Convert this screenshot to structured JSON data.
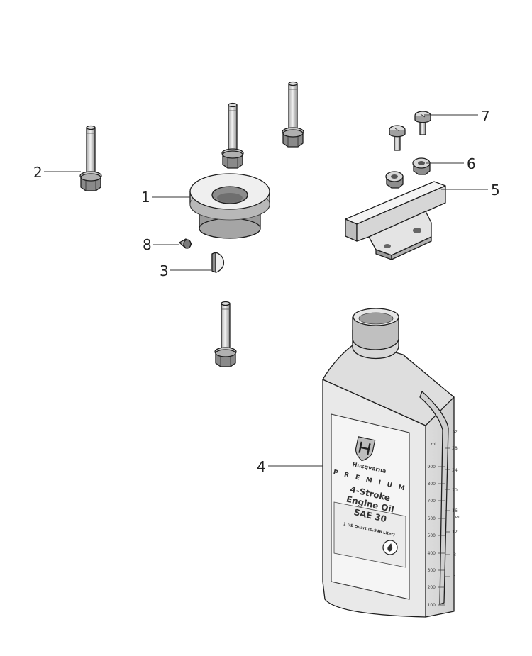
{
  "callouts": {
    "c1": "1",
    "c2": "2",
    "c3": "3",
    "c4": "4",
    "c5": "5",
    "c6": "6",
    "c7": "7",
    "c8": "8"
  },
  "bottle_label": {
    "brand": "Husqvarna",
    "premium": "P R E M I U M",
    "product_line1": "4-Stroke",
    "product_line2": "Engine Oil",
    "grade": "SAE 30",
    "volume": "1 US Quart (0.946 Liter)"
  },
  "bottle_scale": {
    "ml_unit": "mL",
    "oz_unit": "oz",
    "ml_marks": [
      "900",
      "800",
      "700",
      "600",
      "500",
      "400",
      "300",
      "200",
      "100"
    ],
    "oz_marks": [
      "28",
      "24",
      "20",
      "16",
      "12",
      "8",
      "4"
    ],
    "pint_mark": "1PT."
  },
  "colors": {
    "line": "#1e1e1e",
    "fill_light": "#f0f0f0",
    "fill_mid": "#d4d4d4",
    "fill_dark": "#9a9a9a"
  }
}
